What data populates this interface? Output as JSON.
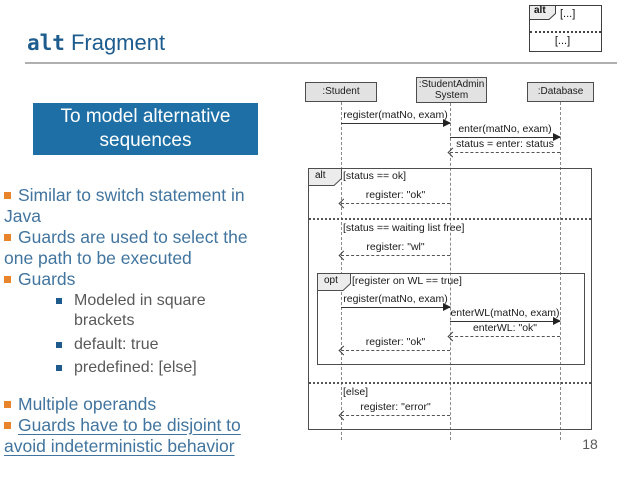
{
  "header": {
    "title_keyword": "alt",
    "title_rest": "Fragment",
    "page_number": "18"
  },
  "mini_fragment": {
    "operator": "alt",
    "first_label": "[...]",
    "second_label": "[...]"
  },
  "callout": {
    "text": "To model alternative sequences"
  },
  "bullets": {
    "b1": "Similar to switch statement in Java",
    "b2": "Guards are used to select the one path to be executed",
    "b3": "Guards",
    "sub1": "Modeled in square brackets",
    "sub2": "default: true",
    "sub3": "predefined: [else]",
    "b4": "Multiple operands",
    "b5": "Guards have to be disjoint to avoid indeterministic behavior"
  },
  "diagram": {
    "lifelines": {
      "student": ":Student",
      "admin": ":StudentAdmin System",
      "database": ":Database"
    },
    "fragments": {
      "alt_operator": "alt",
      "opt_operator": "opt"
    },
    "guards": {
      "g1": "[status == ok]",
      "g2": "[status == waiting list free]",
      "g3": "[register on WL == true]",
      "g4": "[else]"
    },
    "messages": {
      "m0": "register(matNo, exam)",
      "m1": "enter(matNo, exam)",
      "m2": "status = enter: status",
      "m3": "register: \"ok\"",
      "m4": "register: \"wl\"",
      "m5": "register(matNo, exam)",
      "m6": "enterWL(matNo, exam)",
      "m7": "enterWL: \"ok\"",
      "m8": "register: \"ok\"",
      "m9": "register: \"error\""
    }
  },
  "colors": {
    "title_blue": "#1d5c8d",
    "callout_blue": "#1e6fa5",
    "body_blue": "#41749e",
    "bullet_orange": "#e8842c",
    "sub_gray": "#595959"
  }
}
